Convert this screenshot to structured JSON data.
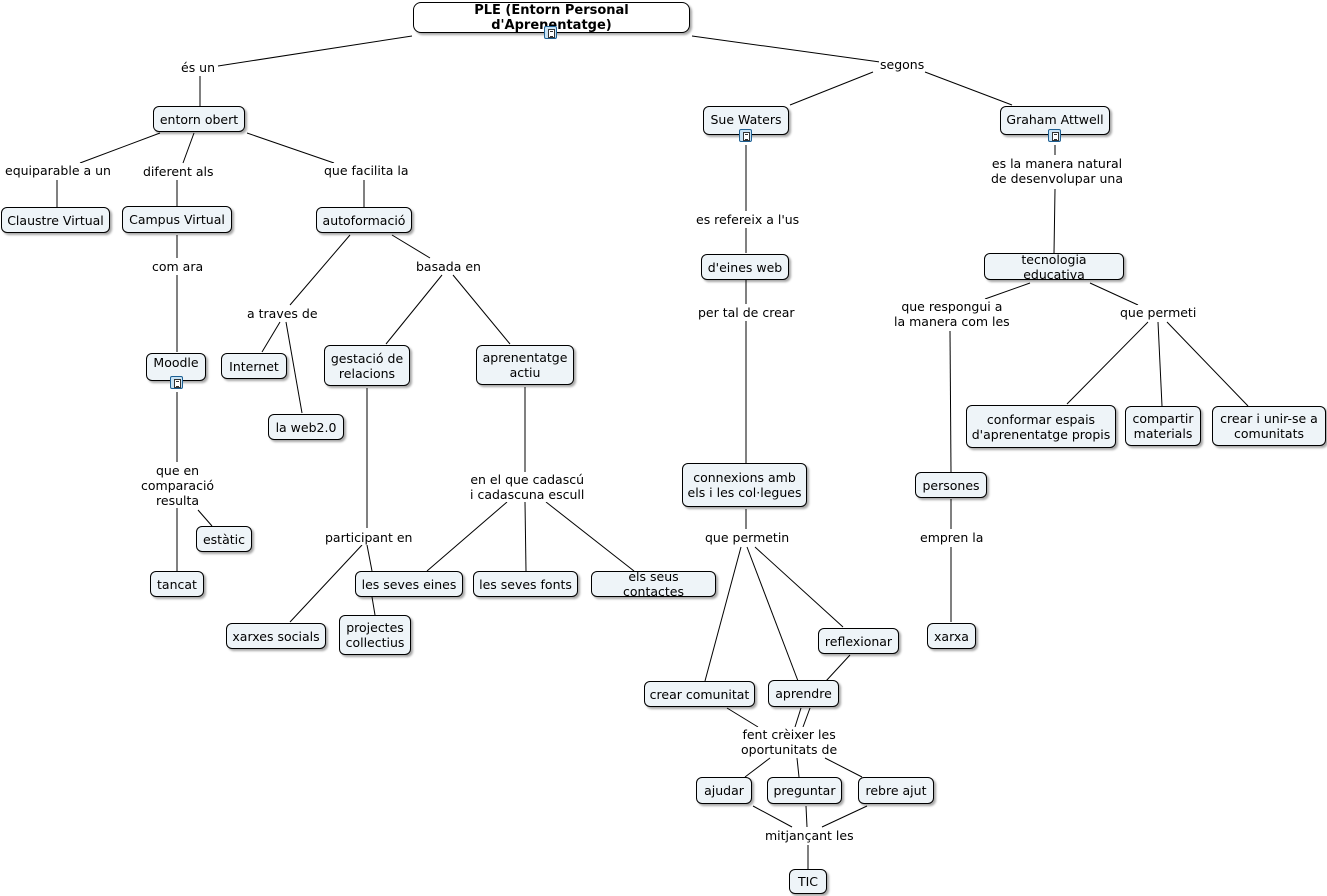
{
  "concept_map": {
    "nodes": {
      "ple": "PLE (Entorn Personal d'Aprenentatge)",
      "entorn_obert": "entorn obert",
      "claustre_virtual": "Claustre Virtual",
      "campus_virtual": "Campus Virtual",
      "moodle": "Moodle",
      "estatic": "estàtic",
      "tancat": "tancat",
      "autoformacio": "autoformació",
      "internet": "Internet",
      "web20": "la web2.0",
      "gestacio": "gestació de\nrelacions",
      "aprenentatge_actiu": "aprenentatge\nactiu",
      "xarxes_socials": "xarxes socials",
      "les_seves_eines": "les seves eines",
      "projectes": "projectes\ncollectius",
      "les_seves_fonts": "les seves fonts",
      "els_seus_contactes": "els seus contactes",
      "sue_waters": "Sue Waters",
      "deines_web": "d'eines web",
      "connexions": "connexions amb\nels i les col·legues",
      "reflexionar": "reflexionar",
      "crear_comunitat": "crear comunitat",
      "aprendre": "aprendre",
      "ajudar": "ajudar",
      "preguntar": "preguntar",
      "rebre_ajut": "rebre ajut",
      "tic": "TIC",
      "graham_attwell": "Graham Attwell",
      "tecnologia_educativa": "tecnologia educativa",
      "conformar": "conformar espais\nd'aprenentatge propis",
      "compartir": "compartir\nmaterials",
      "crear_unir": "crear i unir-se a\ncomunitats",
      "persones": "persones",
      "xarxa": "xarxa"
    },
    "links": {
      "es_un": "és un",
      "segons": "segons",
      "equiparable": "equiparable a un",
      "diferent": "diferent als",
      "que_facilita": "que facilita la",
      "com_ara": "com ara",
      "que_en_comparacio": "que en\ncomparació\nresulta",
      "a_traves": "a traves de",
      "basada_en": "basada en",
      "participant_en": "participant en",
      "en_el_que": "en el que cadascú\ni cadascuna escull",
      "es_refereix": "es refereix a l'us",
      "per_tal": "per tal de crear",
      "que_permetin": "que permetin",
      "fent_creixer": "fent crèixer les\noportunitats de",
      "mitjancant": "mitjançant les",
      "es_la_manera": "es la manera natural\nde desenvolupar una",
      "que_respongui": "que respongui a\nla manera com les",
      "que_permeti": "que permeti",
      "empren_la": "empren la"
    },
    "icons": [
      "document-icon"
    ]
  }
}
